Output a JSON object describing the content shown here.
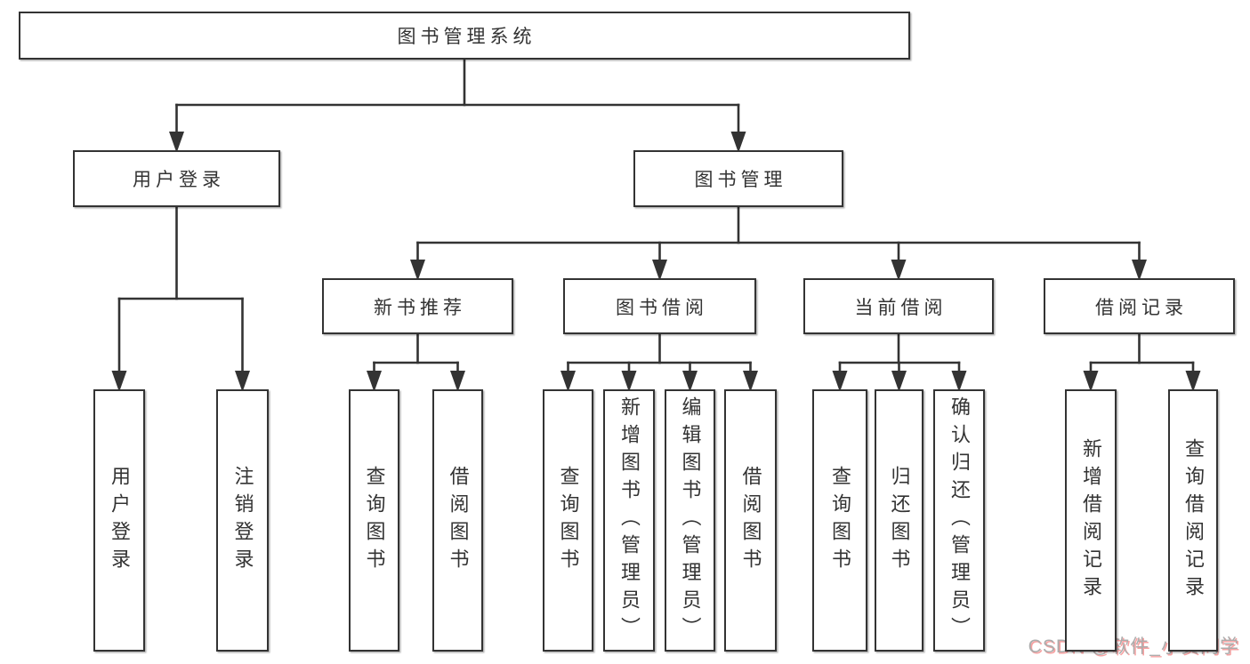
{
  "diagram": {
    "title": "图书管理系统",
    "nodes": [
      {
        "id": "root",
        "label": "图书管理系统",
        "parent": null,
        "orientation": "horizontal"
      },
      {
        "id": "user-login",
        "label": "用户登录",
        "parent": "root",
        "orientation": "horizontal"
      },
      {
        "id": "book-mgmt",
        "label": "图书管理",
        "parent": "root",
        "orientation": "horizontal"
      },
      {
        "id": "new-book-rec",
        "label": "新书推荐",
        "parent": "book-mgmt",
        "orientation": "horizontal"
      },
      {
        "id": "book-borrow",
        "label": "图书借阅",
        "parent": "book-mgmt",
        "orientation": "horizontal"
      },
      {
        "id": "current-borrow",
        "label": "当前借阅",
        "parent": "book-mgmt",
        "orientation": "horizontal"
      },
      {
        "id": "borrow-records",
        "label": "借阅记录",
        "parent": "book-mgmt",
        "orientation": "horizontal"
      },
      {
        "id": "do-login",
        "label": "用户登录",
        "parent": "user-login",
        "orientation": "vertical"
      },
      {
        "id": "do-logout",
        "label": "注销登录",
        "parent": "user-login",
        "orientation": "vertical"
      },
      {
        "id": "nb-query",
        "label": "查询图书",
        "parent": "new-book-rec",
        "orientation": "vertical"
      },
      {
        "id": "nb-borrow",
        "label": "借阅图书",
        "parent": "new-book-rec",
        "orientation": "vertical"
      },
      {
        "id": "bb-query",
        "label": "查询图书",
        "parent": "book-borrow",
        "orientation": "vertical"
      },
      {
        "id": "bb-add",
        "label": "新增图书（管理员）",
        "parent": "book-borrow",
        "orientation": "vertical"
      },
      {
        "id": "bb-edit",
        "label": "编辑图书（管理员）",
        "parent": "book-borrow",
        "orientation": "vertical"
      },
      {
        "id": "bb-borrow",
        "label": "借阅图书",
        "parent": "book-borrow",
        "orientation": "vertical"
      },
      {
        "id": "cb-query",
        "label": "查询图书",
        "parent": "current-borrow",
        "orientation": "vertical"
      },
      {
        "id": "cb-return",
        "label": "归还图书",
        "parent": "current-borrow",
        "orientation": "vertical"
      },
      {
        "id": "cb-confirm",
        "label": "确认归还（管理员）",
        "parent": "current-borrow",
        "orientation": "vertical"
      },
      {
        "id": "br-add",
        "label": "新增借阅记录",
        "parent": "borrow-records",
        "orientation": "vertical"
      },
      {
        "id": "br-query",
        "label": "查询借阅记录",
        "parent": "borrow-records",
        "orientation": "vertical"
      }
    ],
    "colors": {
      "line": "#333333",
      "box_border": "#333333",
      "box_fill": "#ffffff",
      "text": "#333333",
      "background": "#ffffff"
    }
  },
  "watermark": {
    "text": "CSDN @软件_小贺同学",
    "color": "#acacac",
    "shadow_color": "#f48282"
  }
}
